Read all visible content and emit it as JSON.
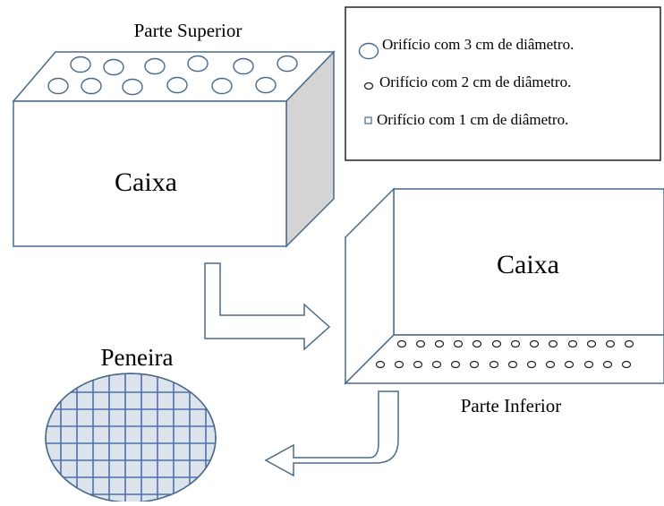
{
  "labels": {
    "top_part": "Parte Superior",
    "box_upper": "Caixa",
    "box_lower": "Caixa",
    "bottom_part": "Parte Inferior",
    "sieve": "Peneira"
  },
  "legend": {
    "items": [
      {
        "text": "Orifício com 3 cm de diâmetro.",
        "symbol": "large-circle-icon"
      },
      {
        "text": "Orifício com 2 cm de diâmetro.",
        "symbol": "small-circle-icon"
      },
      {
        "text": "Orifício com 1 cm de diâmetro.",
        "symbol": "small-square-icon"
      }
    ]
  },
  "colors": {
    "outline": "#4a6a8c",
    "side_fill": "#d4d4d4",
    "sieve_fill": "#dde3ea",
    "sieve_grid": "#4d6fb0"
  }
}
